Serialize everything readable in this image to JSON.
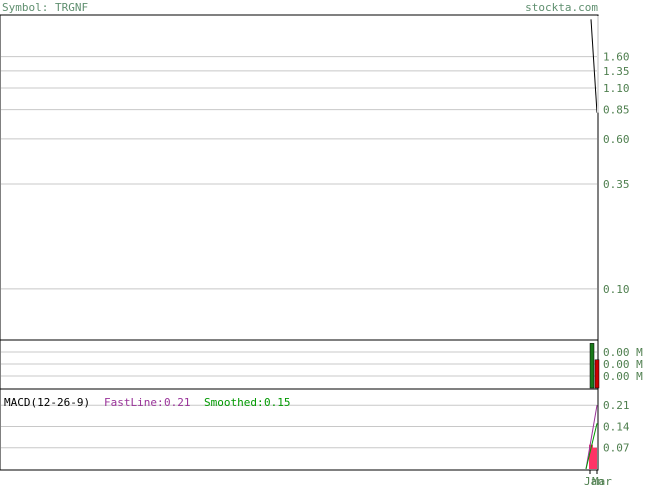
{
  "header": {
    "symbol_label": "Symbol: TRGNF",
    "site": "stockta.com"
  },
  "colors": {
    "frame": "#000000",
    "grid": "#c8c8c8",
    "axis_text": "#4f7f4f",
    "header_text": "#5f8f6f",
    "price_line": "#000000",
    "volume_up": "#1a7a1a",
    "volume_down": "#cc0000",
    "fast_line": "#993399",
    "smoothed_line": "#009900",
    "histogram": "#ff3366"
  },
  "chart_data": [
    {
      "type": "line",
      "panel": "price",
      "log_scale": true,
      "ylim": [
        0.055,
        2.6
      ],
      "y_ticks": [
        1.6,
        1.35,
        1.1,
        0.85,
        0.6,
        0.35,
        0.1
      ],
      "y_tick_labels": [
        "1.60",
        "1.35",
        "1.10",
        "0.85",
        "0.60",
        "0.35",
        "0.10"
      ],
      "grid": true,
      "series": [
        {
          "values": [
            2.5,
            0.82
          ]
        }
      ]
    },
    {
      "type": "bar",
      "panel": "volume",
      "ylim": [
        0,
        1
      ],
      "y_tick_labels": [
        "0.00 M",
        "0.00 M",
        "0.00 M"
      ],
      "grid": true,
      "series": [
        {
          "values": [
            0.95,
            0.6
          ]
        }
      ]
    },
    {
      "type": "line",
      "panel": "macd",
      "title": "MACD(12-26-9)",
      "fast_label": "FastLine:",
      "fast_value": "0.21",
      "smoothed_label": "Smoothed:",
      "smoothed_value": "0.15",
      "ylim": [
        0.0,
        0.26
      ],
      "y_ticks": [
        0.21,
        0.14,
        0.07
      ],
      "y_tick_labels": [
        "0.21",
        "0.14",
        "0.07"
      ],
      "x_tick_labels": [
        "Jan",
        "Mar"
      ],
      "grid": true,
      "series": [
        {
          "values": [
            0.0,
            0.21
          ]
        },
        {
          "values": [
            0.0,
            0.15
          ]
        }
      ],
      "histogram": [
        0.08,
        0.07
      ]
    }
  ]
}
